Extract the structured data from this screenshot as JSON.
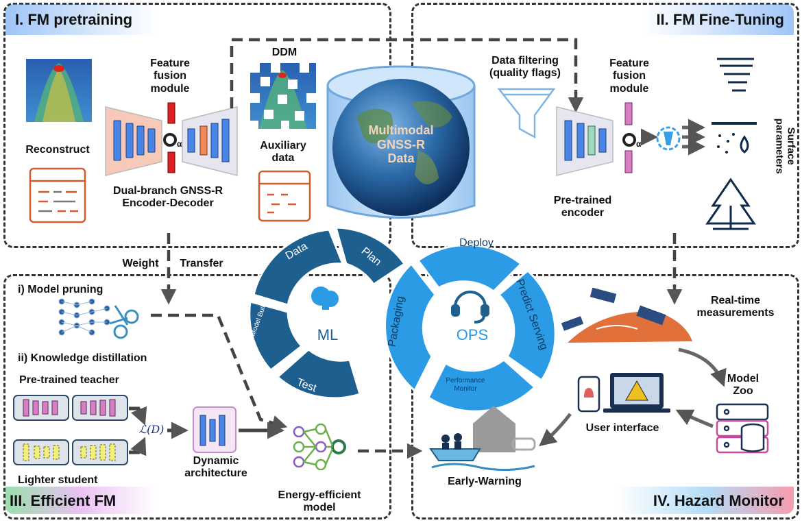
{
  "panels": {
    "p1": "I. FM pretraining",
    "p2": "II. FM Fine-Tuning",
    "p3": "III. Efficient FM",
    "p4": "IV. Hazard Monitor"
  },
  "labels": {
    "feature_fusion_1": "Feature\nfusion\nmodule",
    "reconstruct": "Reconstruct",
    "dual_branch": "Dual-branch GNSS-R\nEncoder-Decoder",
    "ddm": "DDM",
    "auxiliary": "Auxiliary\ndata",
    "multimodal": "Multimodal\nGNSS-R\nData",
    "data_filtering": "Data filtering\n(quality flags)",
    "feature_fusion_2": "Feature\nfusion\nmodule",
    "surface_params": "Surface\nparameters",
    "pretrained_encoder": "Pre-trained\nencoder",
    "weight": "Weight",
    "transfer": "Transfer",
    "model_pruning": "i) Model pruning",
    "knowledge_distillation": "ii) Knowledge distillation",
    "pretrained_teacher": "Pre-trained teacher",
    "loss": "ℒ(D)",
    "lighter_student": "Lighter student",
    "dynamic_arch": "Dynamic\narchitecture",
    "energy_model": "Energy-efficient\nmodel",
    "realtime": "Real-time\nmeasurements",
    "model_zoo": "Model\nZoo",
    "user_interface": "User interface",
    "early_warning": "Early-Warning"
  },
  "cycle": {
    "ml": "ML",
    "ops": "OPS",
    "ml_segments": [
      "Data",
      "Plan",
      "Model Build",
      "Test"
    ],
    "ops_segments": [
      "Deploy",
      "Predict Serving",
      "Performance\nMonitor",
      "Packaging"
    ]
  },
  "colors": {
    "dark_blue": "#1d5f8f",
    "light_blue": "#2b9be6",
    "encoder_blue": "#4a86e8",
    "salmon": "#f6c9b8",
    "orange_red": "#e35a2b"
  }
}
